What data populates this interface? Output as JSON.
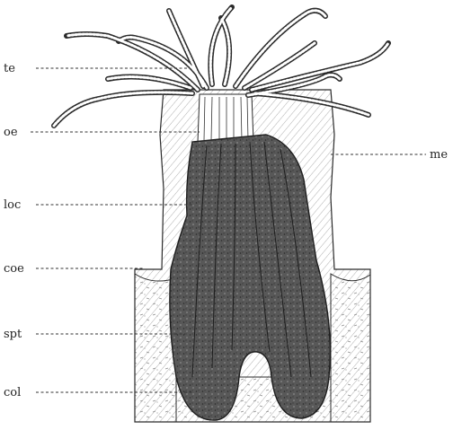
{
  "figure": {
    "labels": {
      "te": "te",
      "oe": "oe",
      "loc": "loc",
      "coe": "coe",
      "spt": "spt",
      "col": "col",
      "me": "me"
    },
    "colors": {
      "ink": "#2a2a2a",
      "body_fill": "#6e6e6e",
      "background": "#ffffff"
    }
  }
}
